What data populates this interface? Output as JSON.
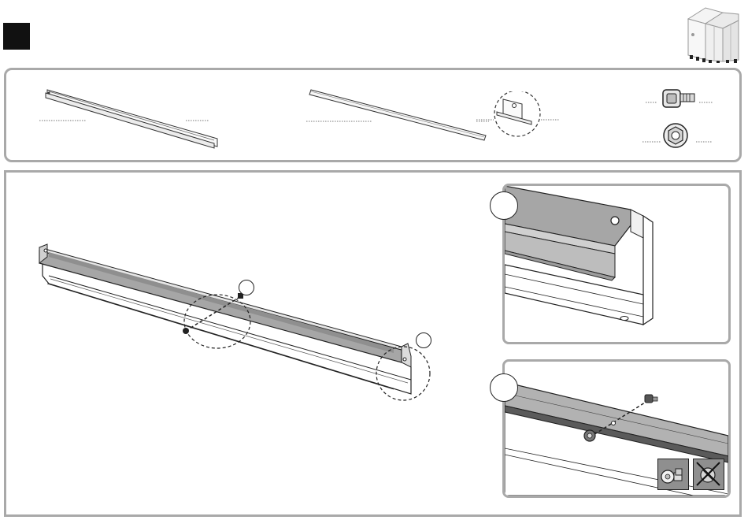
{
  "step": {
    "number": ""
  },
  "parts": {
    "items": [
      {
        "id": "rail-a",
        "icon": "long-channel-rail",
        "quantity": ""
      },
      {
        "id": "rail-b",
        "icon": "flat-rail-with-tab",
        "quantity": ""
      },
      {
        "id": "bolt",
        "icon": "square-neck-bolt-icon",
        "quantity": ""
      },
      {
        "id": "nut",
        "icon": "flange-nut-icon",
        "quantity": ""
      }
    ]
  },
  "main": {
    "callouts": [
      {
        "id": "center",
        "label": ""
      },
      {
        "id": "end",
        "label": ""
      }
    ]
  },
  "details": {
    "a": {
      "label": ""
    },
    "b": {
      "label": ""
    }
  },
  "colors": {
    "panel_border": "#a9a9a9",
    "rail_fill": "#a6a6a6",
    "line": "#222222"
  }
}
